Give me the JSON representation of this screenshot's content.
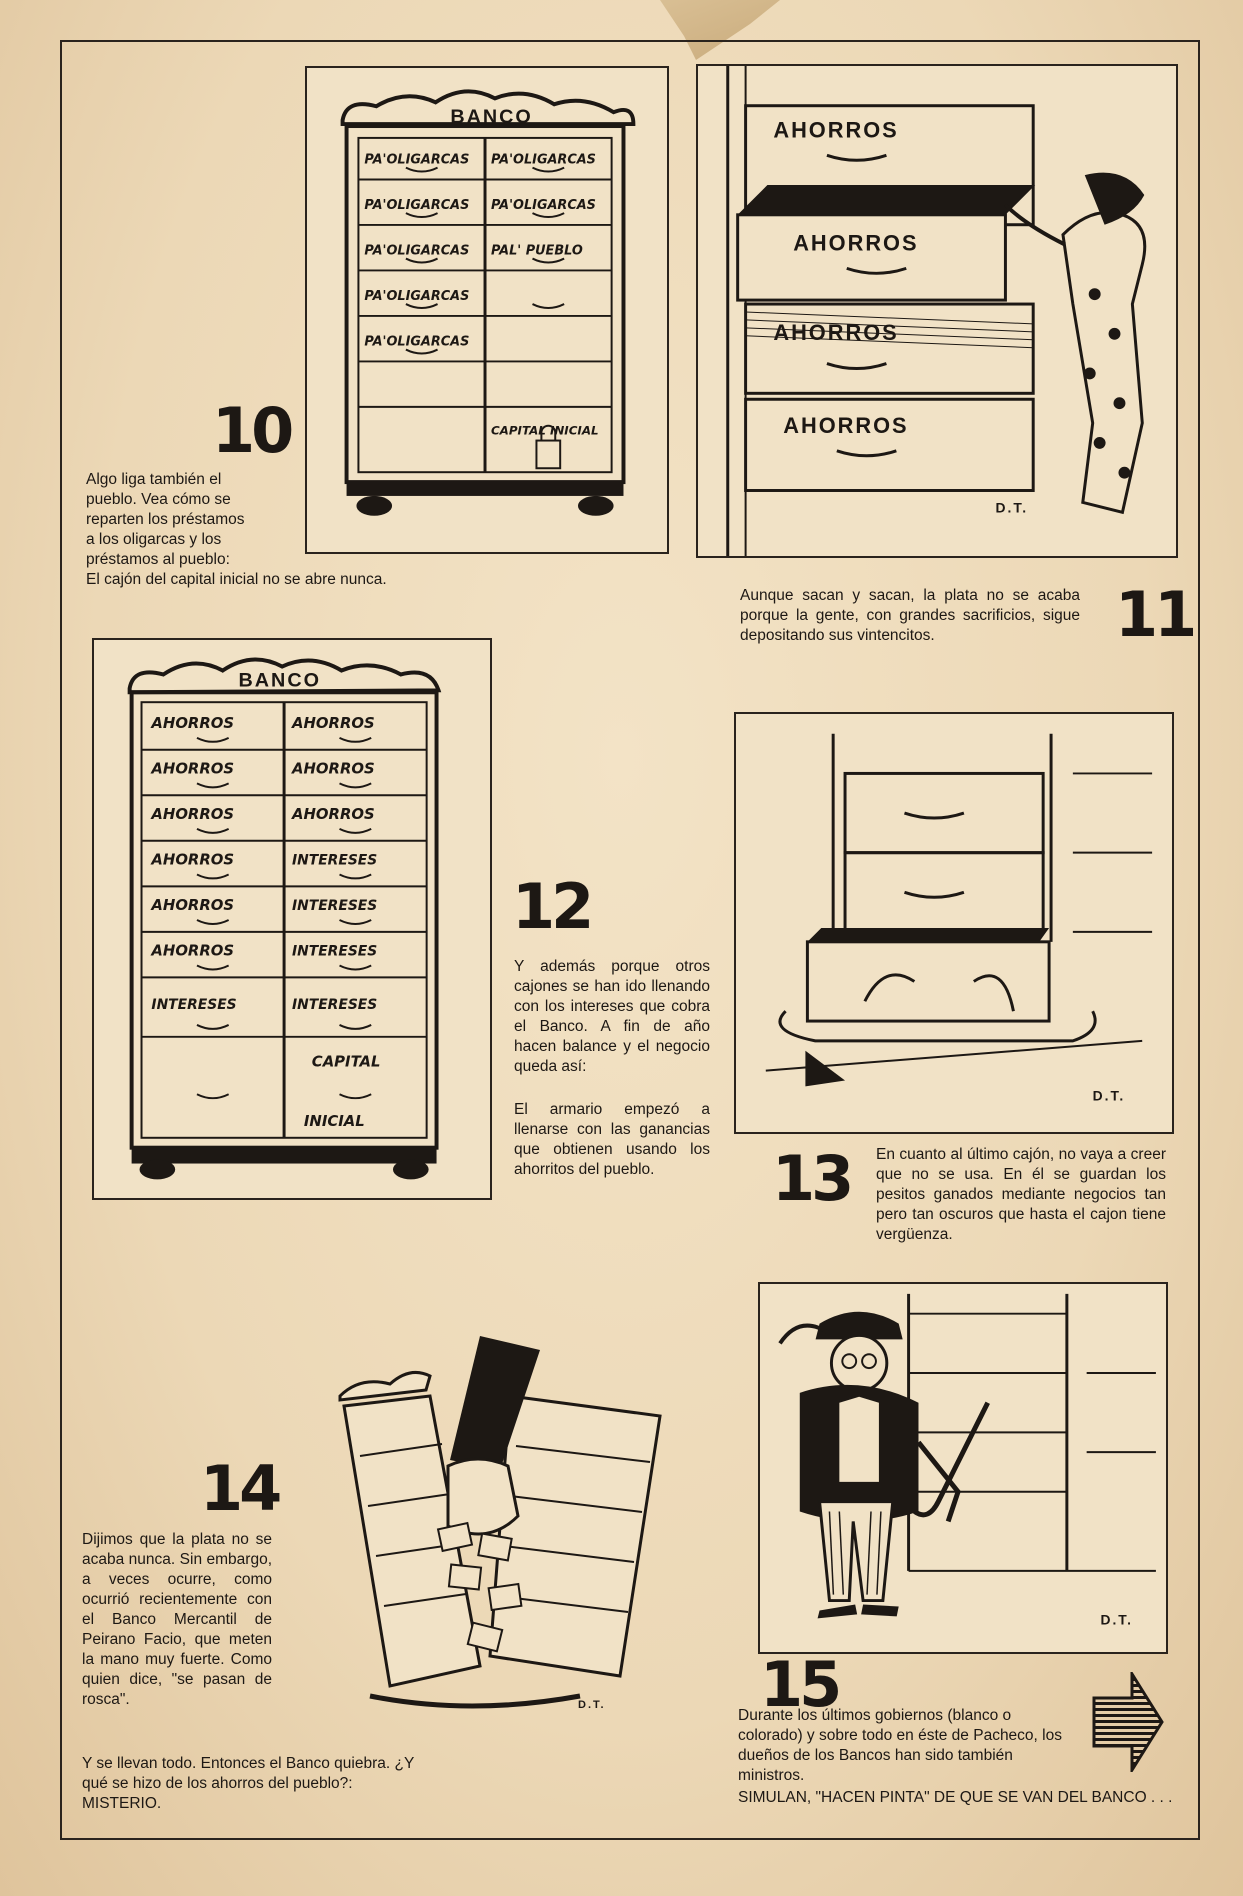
{
  "panels": {
    "p10": {
      "number": "10",
      "caption_lines": [
        "Algo liga también el",
        "pueblo. Vea cómo se",
        "reparten los préstamos",
        "a los oligarcas y los",
        "préstamos al pueblo:"
      ],
      "caption_tail": "El cajón del capital inicial no se abre nunca.",
      "sign": "BANCO",
      "left_drawers": [
        "PA'OLIGARCAS",
        "PA'OLIGARCAS",
        "PA'OLIGARCAS",
        "PA'OLIGARCAS",
        "PA'OLIGARCAS"
      ],
      "right_drawers": [
        "PA'OLIGARCAS",
        "PA'OLIGARCAS",
        "PAL' PUEBLO"
      ],
      "capital_label": "CAPITAL INICIAL"
    },
    "p11": {
      "number": "11",
      "caption": "Aunque sacan y sacan, la plata no se acaba porque la gente, con grandes sacrificios, sigue depositando sus vintencitos.",
      "drawers": [
        "AHORROS",
        "AHORROS",
        "AHORROS",
        "AHORROS"
      ],
      "signature": "D.T."
    },
    "p12": {
      "number": "12",
      "caption": "Y además porque otros cajones se han ido llenando con los intereses que cobra el Banco. A fin de año hacen balance y el negocio queda así:",
      "caption_2": "El armario empezó a llenarse con las ganancias que obtienen usando los ahorritos del pueblo.",
      "sign": "BANCO",
      "left_drawers": [
        "AHORROS",
        "AHORROS",
        "AHORROS",
        "AHORROS",
        "AHORROS",
        "AHORROS",
        "INTERESES"
      ],
      "right_drawers": [
        "AHORROS",
        "AHORROS",
        "AHORROS",
        "INTERESES",
        "INTERESES",
        "INTERESES",
        "INTERESES"
      ],
      "capital_label_1": "CAPITAL",
      "capital_label_2": "INICIAL"
    },
    "p13": {
      "number": "13",
      "caption": "En cuanto al último cajón, no vaya a creer que no se usa. En él se guardan los pesitos ganados mediante negocios tan pero tan oscuros que hasta el cajon tiene vergüenza.",
      "signature": "D.T."
    },
    "p14": {
      "number": "14",
      "caption": "Dijimos que la plata no se acaba nunca. Sin embargo, a veces ocurre, como ocurrió recientemente con el Banco Mercantil de Peirano Facio, que meten la mano muy fuerte. Como quien dice, \"se pasan de rosca\".",
      "caption_tail": "Y se llevan todo. Entonces el Banco quiebra. ¿Y qué se hizo de los ahorros del pueblo?: MISTERIO.",
      "signature": "D.T."
    },
    "p15": {
      "number": "15",
      "caption": "Durante los últimos gobiernos (blanco o colorado) y sobre todo en éste de Pacheco, los dueños de los Bancos han sido también ministros.",
      "caption_tail": "SIMULAN, \"HACEN PINTA\" DE QUE SE VAN DEL BANCO . . .",
      "signature": "D.T."
    }
  },
  "icons": {
    "next": "next-page-arrow-icon"
  }
}
